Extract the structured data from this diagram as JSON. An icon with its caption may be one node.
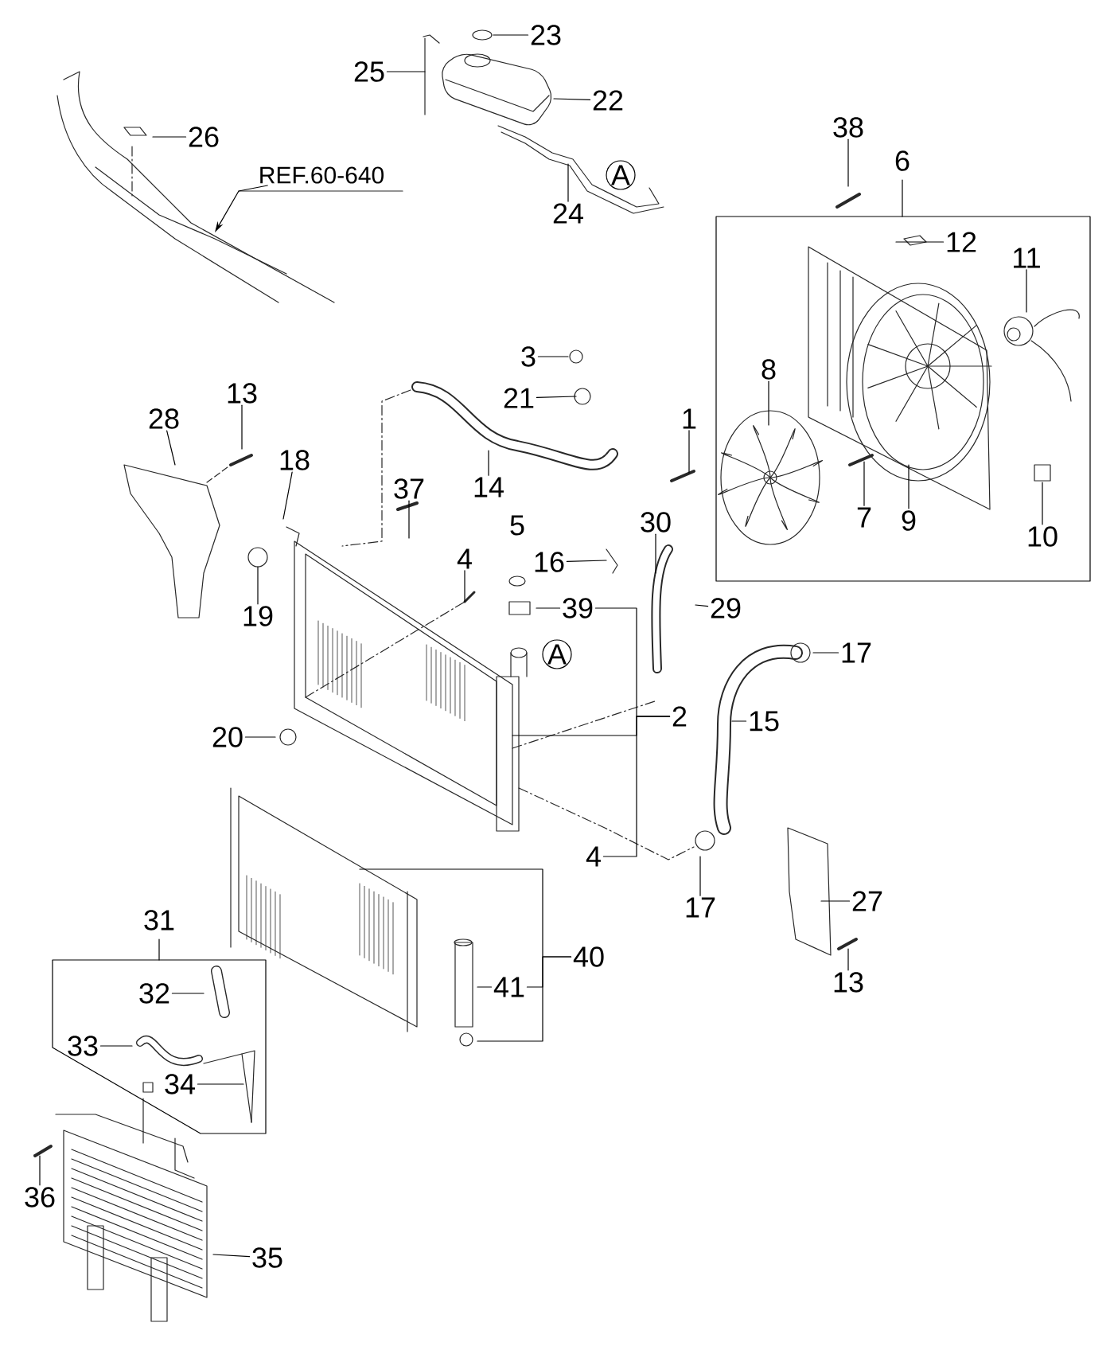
{
  "diagram": {
    "nodes": [
      {
        "text": [
          "23"
        ]
      },
      {
        "text": [
          "25"
        ]
      },
      {
        "text": [
          "22"
        ]
      },
      {
        "text": [
          "26"
        ]
      },
      {
        "text": [
          "REF.60-640"
        ]
      },
      {
        "text": [
          "24"
        ]
      },
      {
        "text": [
          "A"
        ]
      },
      {
        "text": [
          "38"
        ]
      },
      {
        "text": [
          "6"
        ]
      },
      {
        "text": [
          "12"
        ],
        "in": 8
      },
      {
        "text": [
          "11"
        ],
        "in": 8
      },
      {
        "text": [
          "8"
        ],
        "in": 8
      },
      {
        "text": [
          "7"
        ],
        "in": 8
      },
      {
        "text": [
          "9"
        ],
        "in": 8
      },
      {
        "text": [
          "10"
        ],
        "in": 8
      },
      {
        "text": [
          "3"
        ]
      },
      {
        "text": [
          "21"
        ]
      },
      {
        "text": [
          "28"
        ]
      },
      {
        "text": [
          "13"
        ]
      },
      {
        "text": [
          "1"
        ]
      },
      {
        "text": [
          "18"
        ]
      },
      {
        "text": [
          "14"
        ]
      },
      {
        "text": [
          "37"
        ]
      },
      {
        "text": [
          "30"
        ]
      },
      {
        "text": [
          "4"
        ]
      },
      {
        "text": [
          "16"
        ]
      },
      {
        "text": [
          "19"
        ]
      },
      {
        "text": [
          "39"
        ]
      },
      {
        "text": [
          "29"
        ]
      },
      {
        "text": [
          "A"
        ]
      },
      {
        "text": [
          "17"
        ]
      },
      {
        "text": [
          "2"
        ]
      },
      {
        "text": [
          "15"
        ]
      },
      {
        "text": [
          "20"
        ]
      },
      {
        "text": [
          "4"
        ]
      },
      {
        "text": [
          "17"
        ]
      },
      {
        "text": [
          "27"
        ]
      },
      {
        "text": [
          "31"
        ]
      },
      {
        "text": [
          "32"
        ],
        "in": 37
      },
      {
        "text": [
          "33"
        ],
        "in": 37
      },
      {
        "text": [
          "34"
        ],
        "in": 37
      },
      {
        "text": [
          "40"
        ]
      },
      {
        "text": [
          "41"
        ]
      },
      {
        "text": [
          "13"
        ]
      },
      {
        "text": [
          "36"
        ]
      },
      {
        "text": [
          "35"
        ]
      }
    ],
    "edges": [
      {
        "from": 0,
        "to": null,
        "arrow": "none"
      },
      {
        "from": 1,
        "to": null,
        "arrow": "none"
      },
      {
        "from": 2,
        "to": null,
        "arrow": "none"
      },
      {
        "from": 3,
        "to": null,
        "arrow": "none"
      },
      {
        "from": 4,
        "to": null,
        "arrow": "to"
      },
      {
        "from": 5,
        "to": null,
        "arrow": "none"
      },
      {
        "from": 7,
        "to": null,
        "arrow": "none"
      },
      {
        "from": 9,
        "to": null,
        "arrow": "none"
      },
      {
        "from": 10,
        "to": null,
        "arrow": "none"
      },
      {
        "from": 11,
        "to": null,
        "arrow": "none"
      },
      {
        "from": 12,
        "to": null,
        "arrow": "none"
      },
      {
        "from": 13,
        "to": null,
        "arrow": "none"
      },
      {
        "from": 14,
        "to": null,
        "arrow": "none"
      },
      {
        "from": 15,
        "to": null,
        "arrow": "none"
      },
      {
        "from": 16,
        "to": null,
        "arrow": "none"
      },
      {
        "from": 17,
        "to": null,
        "arrow": "none"
      },
      {
        "from": 18,
        "to": null,
        "arrow": "none"
      },
      {
        "from": 19,
        "to": null,
        "arrow": "none"
      },
      {
        "from": 20,
        "to": null,
        "arrow": "none"
      },
      {
        "from": 21,
        "to": null,
        "arrow": "none"
      },
      {
        "from": 22,
        "to": null,
        "arrow": "none"
      },
      {
        "from": 23,
        "to": null,
        "arrow": "none"
      },
      {
        "from": 24,
        "to": null,
        "arrow": "none"
      },
      {
        "from": 25,
        "to": null,
        "arrow": "none"
      },
      {
        "from": 26,
        "to": null,
        "arrow": "none"
      },
      {
        "from": 27,
        "to": null,
        "arrow": "none"
      },
      {
        "from": 28,
        "to": null,
        "arrow": "none"
      },
      {
        "from": 30,
        "to": null,
        "arrow": "none"
      },
      {
        "from": 31,
        "to": null,
        "arrow": "none"
      },
      {
        "from": 27,
        "to": 31,
        "arrow": "none"
      },
      {
        "from": 34,
        "to": 31,
        "arrow": "none"
      },
      {
        "from": 32,
        "to": null,
        "arrow": "none"
      },
      {
        "from": 33,
        "to": null,
        "arrow": "none"
      },
      {
        "from": 35,
        "to": null,
        "arrow": "none"
      },
      {
        "from": 36,
        "to": null,
        "arrow": "none"
      },
      {
        "from": 38,
        "to": null,
        "arrow": "none"
      },
      {
        "from": 39,
        "to": null,
        "arrow": "none"
      },
      {
        "from": 40,
        "to": null,
        "arrow": "none"
      },
      {
        "from": 41,
        "to": null,
        "arrow": "none"
      },
      {
        "from": 42,
        "to": 41,
        "arrow": "none"
      },
      {
        "from": 42,
        "to": null,
        "arrow": "none"
      },
      {
        "from": 43,
        "to": null,
        "arrow": "none"
      },
      {
        "from": 44,
        "to": null,
        "arrow": "none"
      },
      {
        "from": 45,
        "to": null,
        "arrow": "none"
      }
    ],
    "labels": [
      "5"
    ]
  }
}
